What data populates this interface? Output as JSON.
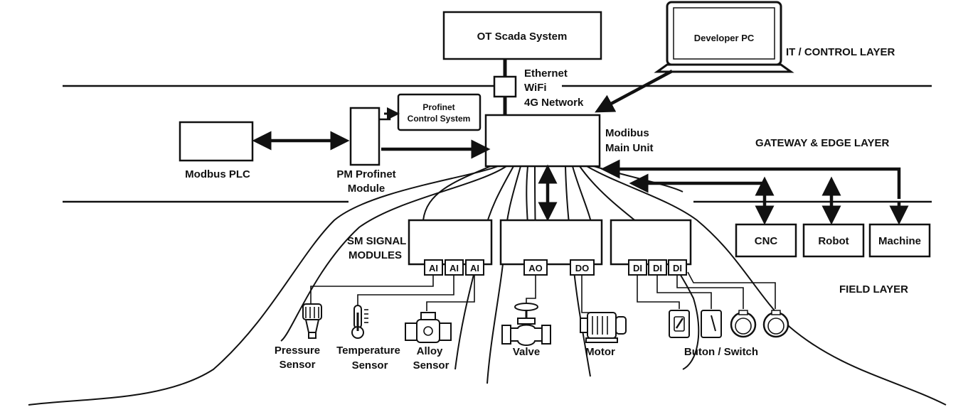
{
  "layers": {
    "it_control": "IT / CONTROL LAYER",
    "gateway_edge": "GATEWAY & EDGE LAYER",
    "field": "FIELD LAYER"
  },
  "nodes": {
    "ot_scada": "OT Scada System",
    "developer_pc": "Developer PC",
    "network": [
      "Ethernet",
      "WiFi",
      "4G Network"
    ],
    "profinet_control": [
      "Profinet",
      "Control System"
    ],
    "modbus_main_unit": [
      "Modibus",
      "Main Unit"
    ],
    "modbus_plc": "Modbus PLC",
    "pm_profinet_module": [
      "PM Profinet",
      "Module"
    ],
    "sm_signal_modules": [
      "SM SIGNAL",
      "MODULES"
    ],
    "cnc": "CNC",
    "robot": "Robot",
    "machine": "Machine"
  },
  "ports": {
    "module1": [
      "AI",
      "AI",
      "AI"
    ],
    "module2": [
      "AO",
      "DO"
    ],
    "module3": [
      "DI",
      "DI",
      "DI"
    ]
  },
  "devices": {
    "pressure_sensor": [
      "Pressure",
      "Sensor"
    ],
    "temperature_sensor": [
      "Temperature",
      "Sensor"
    ],
    "alloy_sensor": [
      "Alloy",
      "Sensor"
    ],
    "valve": "Valve",
    "motor": "Motor",
    "button_switch": "Buton / Switch"
  },
  "colors": {
    "ink": "#111111",
    "background": "#ffffff"
  }
}
